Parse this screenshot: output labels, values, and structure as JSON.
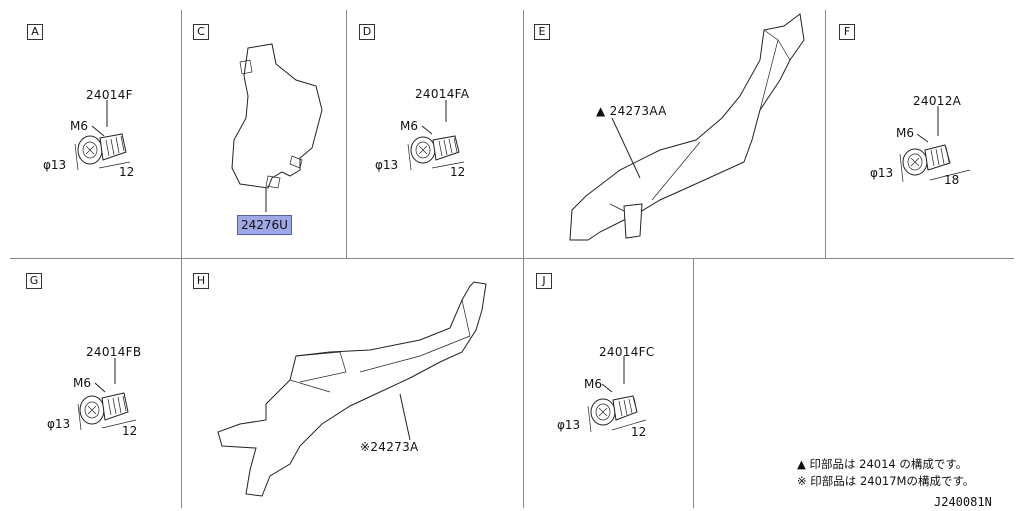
{
  "sections": {
    "A": {
      "letter": "A",
      "part": "24014F",
      "thread": "M6",
      "diameter": "φ13",
      "length": "12"
    },
    "C": {
      "letter": "C",
      "part": "24276U"
    },
    "D": {
      "letter": "D",
      "part": "24014FA",
      "thread": "M6",
      "diameter": "φ13",
      "length": "12"
    },
    "E": {
      "letter": "E",
      "part": "▲ 24273AA"
    },
    "F": {
      "letter": "F",
      "part": "24012A",
      "thread": "M6",
      "diameter": "φ13",
      "length": "18"
    },
    "G": {
      "letter": "G",
      "part": "24014FB",
      "thread": "M6",
      "diameter": "φ13",
      "length": "12"
    },
    "H": {
      "letter": "H",
      "part": "※24273A"
    },
    "J": {
      "letter": "J",
      "part": "24014FC",
      "thread": "M6",
      "diameter": "φ13",
      "length": "12"
    }
  },
  "notes": {
    "line1": "▲ 印部品は 24014 の構成です。",
    "line2": "※ 印部品は 24017Mの構成です。"
  },
  "diagram_id": "J240081N",
  "colors": {
    "highlight": "#9ea8e6",
    "line": "#222222"
  }
}
